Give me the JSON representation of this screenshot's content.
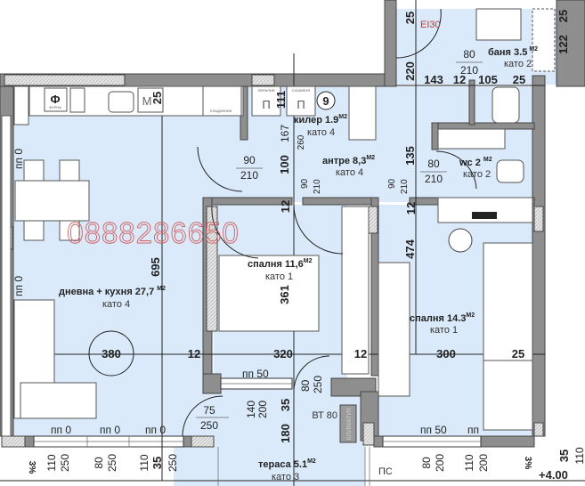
{
  "watermark": "0888286650",
  "colors": {
    "floor": "#dbeafa",
    "wall": "#8e8e8e",
    "fire_label": "#c0392b",
    "watermark": "#d06060"
  },
  "rooms": {
    "living": {
      "name": "дневна + кухня 27,7",
      "sup": "M2",
      "floor": "като 4"
    },
    "closet": {
      "name": "килер 1.9",
      "sup": "M2",
      "floor": "като 4"
    },
    "hall": {
      "name": "антре 8,3",
      "sup": "M2",
      "floor": "като 4"
    },
    "wc": {
      "name": "wc 2",
      "sup": "M2",
      "floor": "като 2"
    },
    "bath": {
      "name": "баня 3.5",
      "sup": "M2",
      "floor": "като 2"
    },
    "bedroom1": {
      "name": "спалня 11,6",
      "sup": "M2",
      "floor": "като 1"
    },
    "bedroom2": {
      "name": "спалня 14.3",
      "sup": "M2",
      "floor": "като 1"
    },
    "terrace": {
      "name": "тераса 5.1",
      "sup": "M2",
      "floor": "като 3"
    }
  },
  "labels": {
    "fire_door": "EI30",
    "oven": "Ф",
    "oven_caption": "ФУРНА",
    "microwave": "M",
    "fridge": "ХЛАДИЛНИК",
    "washer": "П",
    "washer_caption": "ПЕРАЛНЯ",
    "dryer": "П",
    "dryer_caption": "СУШИЛНЯ",
    "closet_mark": "9",
    "ac_unit": "КЛИМАТИК",
    "bt": "ВТ 80",
    "ps": "ПС",
    "level": "+4.00",
    "slope_left": "3%",
    "slope_right": "3%",
    "circle_dim": "380"
  },
  "doors": {
    "bath_w": "80",
    "bath_h": "210",
    "living_w": "90",
    "living_h": "210",
    "wc_w": "80",
    "wc_h": "210",
    "bed1_w": "90",
    "bed1_h": "210",
    "bed2_w": "90",
    "bed2_h": "210",
    "terrace_w": "75",
    "terrace_h": "250",
    "bed1_balcony_w": "80",
    "bed1_balcony_h": "250"
  },
  "windows": {
    "living": [
      {
        "sill": "пп 0",
        "w": "110",
        "h": "250"
      },
      {
        "sill": "пп 0",
        "w": "80",
        "h": "250"
      },
      {
        "sill": "пп 0",
        "w": "110",
        "h": "250"
      }
    ],
    "living_side_sill": "пп 0",
    "living_side_sill2": "пп 0",
    "bed1": {
      "sill": "пп 50",
      "w": "140",
      "h": "200"
    },
    "bed2": [
      {
        "sill": "пп 50",
        "w": "80",
        "h": "200"
      },
      {
        "sill": "пп",
        "w": "110",
        "h": "200"
      }
    ],
    "right": {
      "w": "110"
    }
  },
  "dims": {
    "d25_top": "25",
    "d220": "220",
    "d122": "122",
    "d25_bath": "25",
    "d143": "143",
    "d12a": "12",
    "d105": "105",
    "d25b": "25",
    "d25_kitchen": "25",
    "d111": "111",
    "d167": "167",
    "d260": "260",
    "d100": "100",
    "d135": "135",
    "d12_left": "12",
    "d12_right": "12",
    "d695": "695",
    "d361": "361",
    "d474": "474",
    "d12c": "12",
    "d320": "320",
    "d12d": "12",
    "d300": "300",
    "d25c": "25",
    "d35a": "35",
    "d180": "180",
    "d35b": "35",
    "d35c": "35"
  }
}
